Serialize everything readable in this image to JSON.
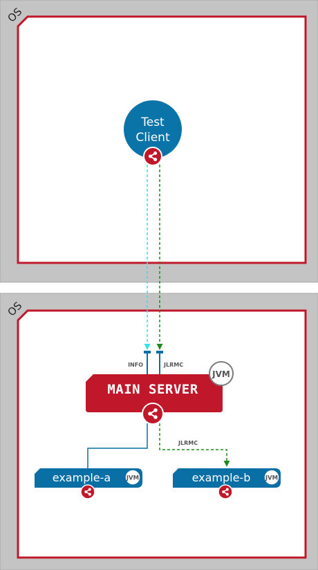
{
  "colors": {
    "os_frame": "#c4c4c4",
    "os_border": "#a8a8a8",
    "container_border": "#c0182a",
    "client_blue": "#0a74a8",
    "server_red": "#c0182a",
    "component_blue": "#0a6fa4",
    "info_line": "#33e0ee",
    "jlrmc_line": "#1f8a1f",
    "jvm_gray": "#7a7a7a"
  },
  "os_top": {
    "label": "OS"
  },
  "os_bottom": {
    "label": "OS"
  },
  "client": {
    "line1": "Test",
    "line2": "Client",
    "icon": "share-icon"
  },
  "server": {
    "label": "MAIN SERVER",
    "jvm": "JVM",
    "icon": "share-icon",
    "port_info": "INFO",
    "port_jlrmc": "JLRMC"
  },
  "link_label": "JLRMC",
  "components": [
    {
      "label": "example-a",
      "jvm": "JVM",
      "icon": "share-icon"
    },
    {
      "label": "example-b",
      "jvm": "JVM",
      "icon": "share-icon"
    }
  ]
}
